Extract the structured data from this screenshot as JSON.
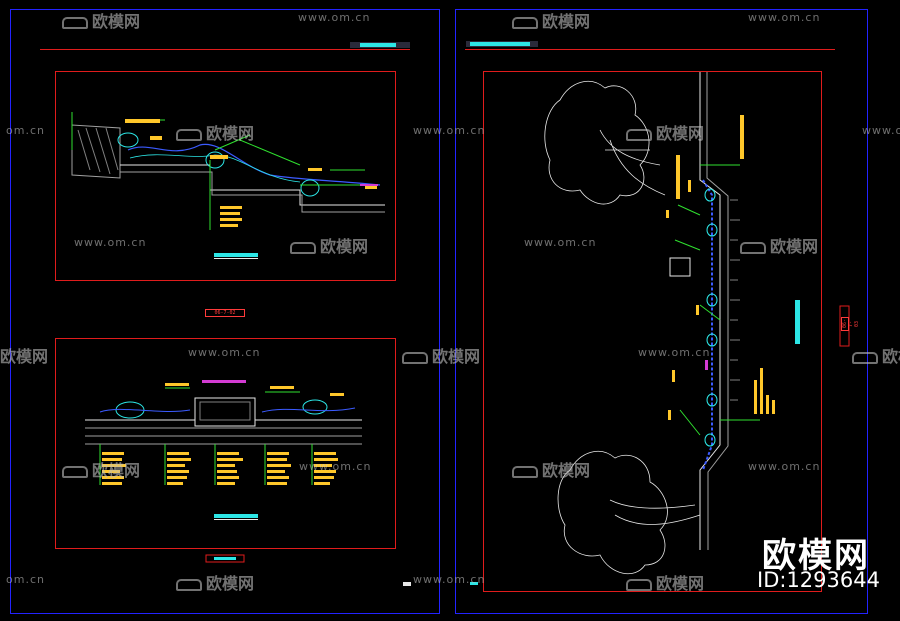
{
  "colors": {
    "background": "#000000",
    "sheet_border": "#2323ff",
    "frame": "#e01c1c",
    "cyan": "#2ce6e6",
    "yellow": "#ffc72a",
    "magenta": "#d33bd3",
    "green": "#2fe02f",
    "white": "#e8e8e8",
    "blue": "#3b5bff"
  },
  "watermark": {
    "brand": "欧模网",
    "url": "www.om.cn",
    "url_partial": "om.cn",
    "id_label": "ID:1293644"
  },
  "drawing_tags": {
    "section_1": "06-7-02",
    "plan": "06-7-03"
  }
}
